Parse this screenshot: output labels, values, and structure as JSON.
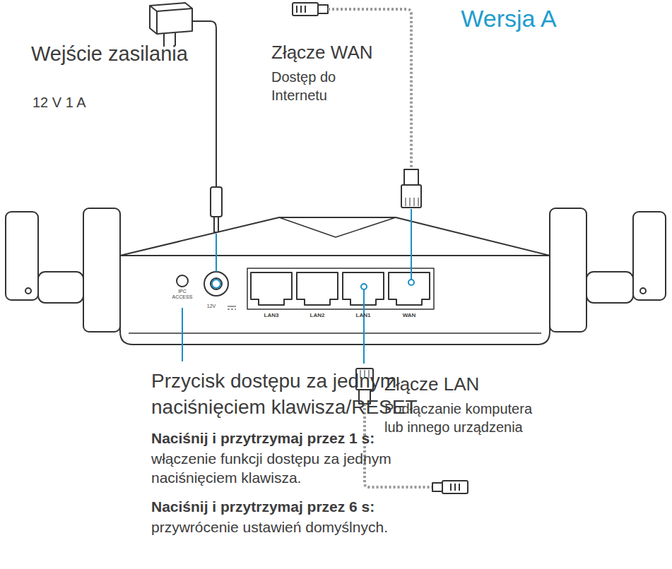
{
  "diagram": {
    "title": "Wersja A",
    "labels": [
      "Wejście zasilania",
      "12 V 1 A",
      "Złącze WAN",
      "Dostęp do Internetu",
      "IPC ACCESS",
      "12V",
      "LAN3",
      "LAN2",
      "LAN1",
      "WAN",
      "Przycisk dostępu za jednym naciśnięciem klawisza/RESET",
      "Naciśnij i przytrzymaj przez 1 s:",
      "włączenie funkcji dostępu za jednym naciśnięciem klawisza.",
      "Naciśnij i przytrzymaj przez 6 s:",
      "przywrócenie ustawień domyślnych.",
      "Złącze LAN",
      "Podłączanie komputera lub innego urządzenia"
    ]
  }
}
